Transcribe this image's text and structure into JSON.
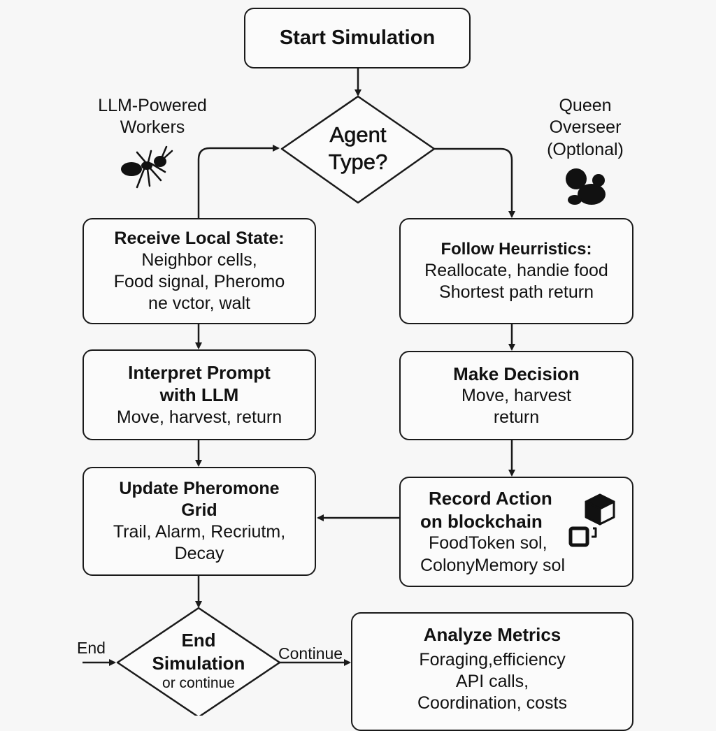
{
  "start": {
    "title": "Start Simulation"
  },
  "decision_agent": {
    "line1": "Agent",
    "line2": "Type?"
  },
  "left_branch_label": {
    "line1": "LLM-Powered",
    "line2": "Workers",
    "icon": "ant-icon"
  },
  "right_branch_label": {
    "line1": "Queen",
    "line2": "Overseer",
    "line3": "(Optlonal)",
    "icon": "queen-icon"
  },
  "receive_state": {
    "title": "Receive Local State:",
    "lines": [
      "Neighbor cells,",
      "Food signal, Pheromo",
      "ne vctor, walt"
    ]
  },
  "interpret_prompt": {
    "title1": "Interpret Prompt",
    "title2": "with LLM",
    "lines": [
      "Move, harvest, return"
    ]
  },
  "update_pheromone": {
    "title1": "Update Pheromone",
    "title2": "Grid",
    "lines": [
      "Trail, Alarm, Recriutm,",
      "Decay"
    ]
  },
  "follow_heuristics": {
    "title": "Follow Heurristics:",
    "lines": [
      "Reallocate, handie food",
      "Shortest path return"
    ]
  },
  "make_decision": {
    "title": "Make Decision",
    "lines": [
      "Move, harvest",
      "return"
    ]
  },
  "record_action": {
    "title1": "Record Action",
    "title2": "on blockchain",
    "lines": [
      "FoodToken sol,",
      "ColonyMemory sol"
    ],
    "icon": "blockchain-cube-icon"
  },
  "decision_end": {
    "line1": "End",
    "line2": "Simulation",
    "line3": "or continue"
  },
  "edge_labels": {
    "end": "End",
    "continue": "Continue"
  },
  "analyze_metrics": {
    "title": "Analyze Metrics",
    "lines": [
      "Foraging,efficiency",
      "API calls,",
      "Coordination, costs"
    ]
  },
  "colors": {
    "stroke": "#1a1a1a",
    "background": "#f7f7f7",
    "box_fill": "#fbfbfb"
  }
}
